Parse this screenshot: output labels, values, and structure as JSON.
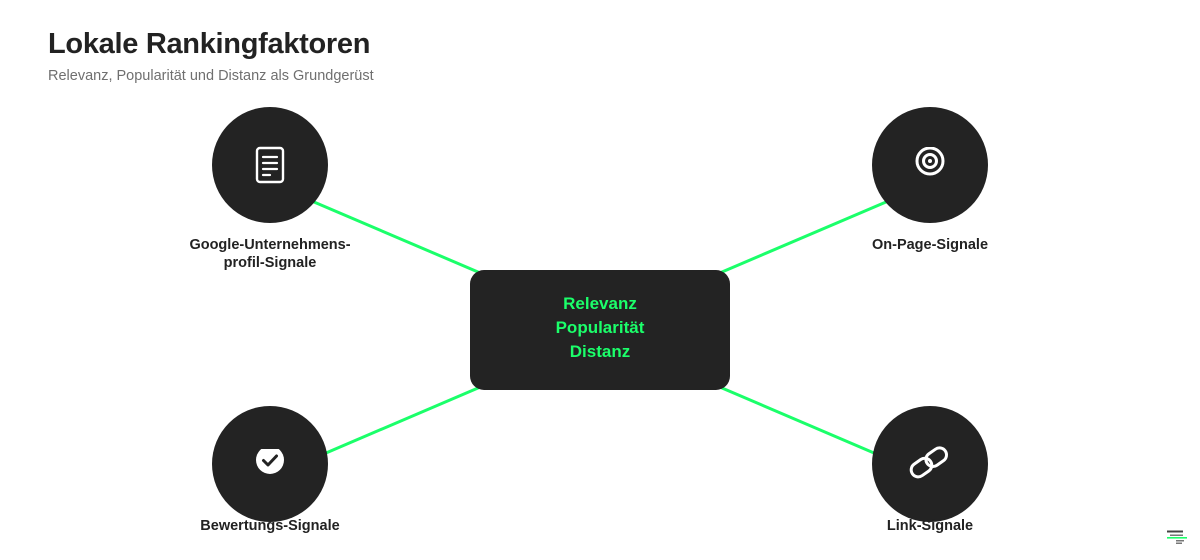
{
  "header": {
    "title": "Lokale Rankingfaktoren",
    "subtitle": "Relevanz, Popularität und Distanz als Grundgerüst"
  },
  "center": {
    "lines": [
      "Relevanz",
      "Popularität",
      "Distanz"
    ]
  },
  "nodes": [
    {
      "id": "gbp",
      "icon": "document-icon",
      "label_lines": [
        "Google-Unternehmens-",
        "profil-Signale"
      ]
    },
    {
      "id": "onpage",
      "icon": "target-icon",
      "label_lines": [
        "On-Page-Signale"
      ]
    },
    {
      "id": "reviews",
      "icon": "check-circle-icon",
      "label_lines": [
        "Bewertungs-Signale"
      ]
    },
    {
      "id": "links",
      "icon": "link-icon",
      "label_lines": [
        "Link-Signale"
      ]
    }
  ],
  "brand": {
    "logo_icon": "brand-logo"
  },
  "colors": {
    "accent": "#1bff6a",
    "node_fill": "#232323",
    "text": "#222222",
    "subtitle": "#6f6f6f",
    "icon": "#ffffff"
  }
}
